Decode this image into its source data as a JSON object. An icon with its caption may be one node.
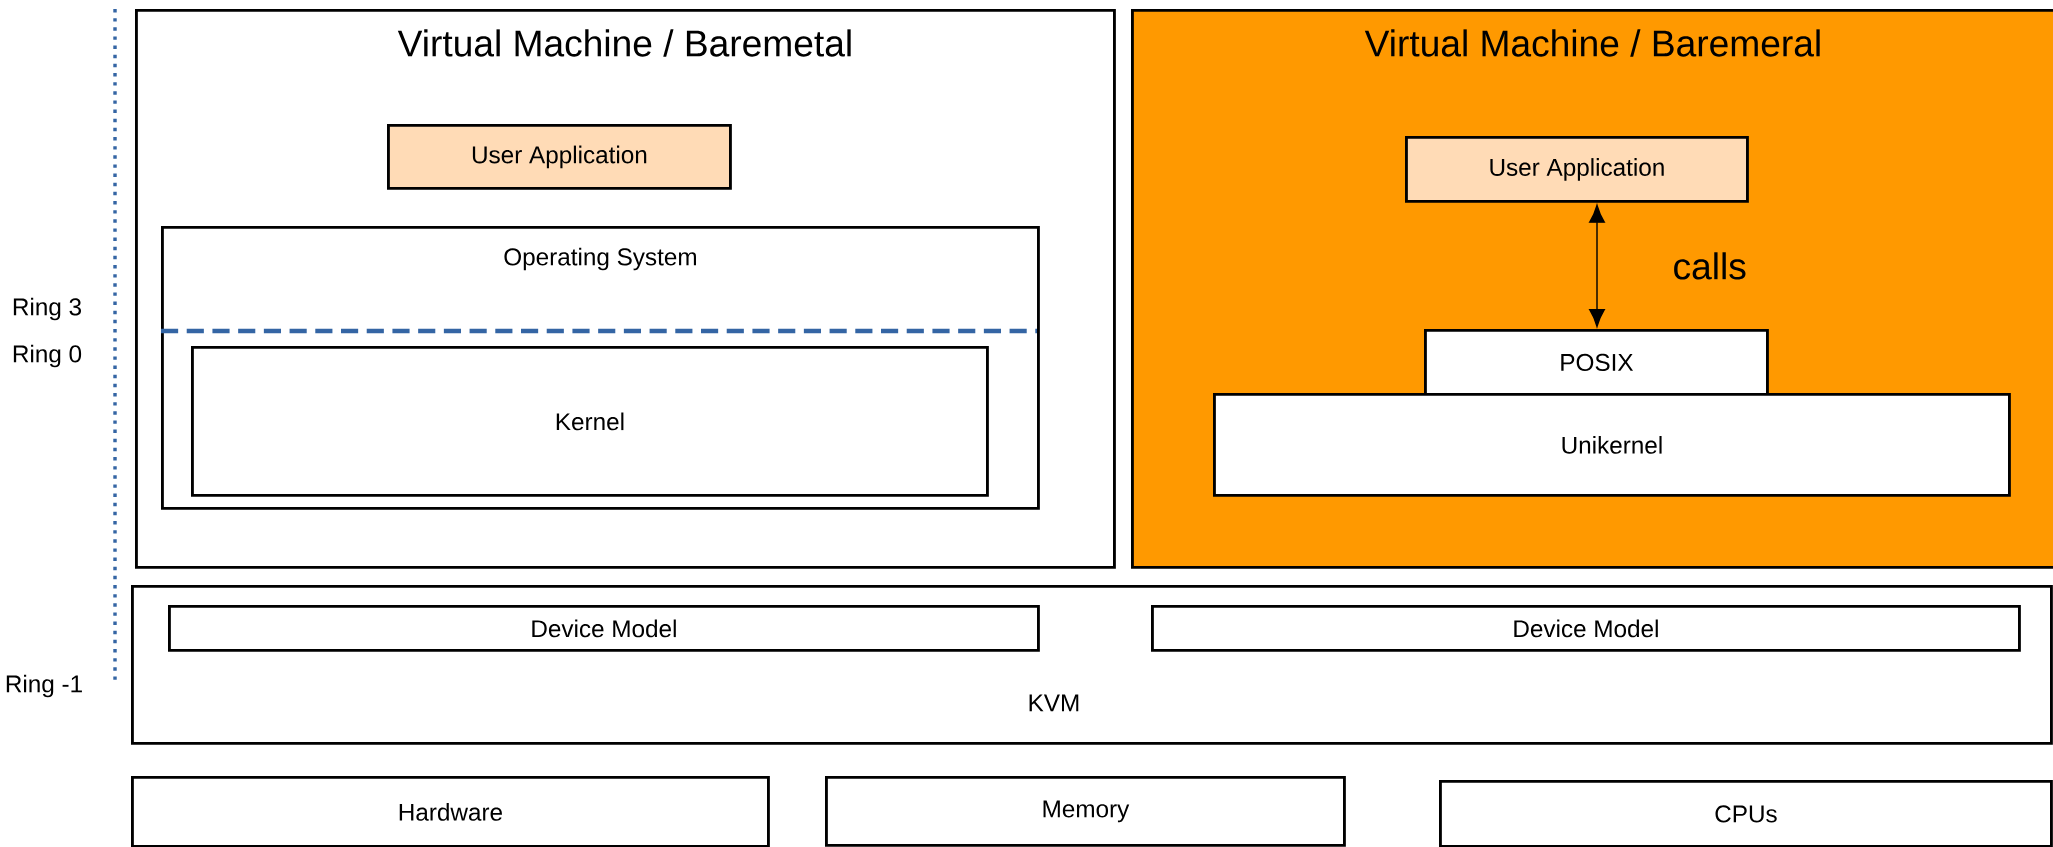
{
  "diagram": {
    "nodes": [
      {
        "text": [
          "Virtual Machine / Baremetal"
        ]
      },
      {
        "text": [
          "User Application"
        ],
        "in": 0
      },
      {
        "text": [
          "Operating System"
        ],
        "in": 0
      },
      {
        "text": [
          "Kernel"
        ],
        "in": 2
      },
      {
        "text": [
          "Virtual Machine / Baremeral"
        ]
      },
      {
        "text": [
          "User Application"
        ],
        "in": 4
      },
      {
        "text": [
          "POSIX"
        ],
        "in": 4
      },
      {
        "text": [
          "Unikernel"
        ],
        "in": 4
      },
      {
        "text": [
          "KVM"
        ]
      },
      {
        "text": [
          "Device Model"
        ],
        "in": 8
      },
      {
        "text": [
          "Device Model"
        ],
        "in": 8
      },
      {
        "text": [
          "Hardware"
        ]
      },
      {
        "text": [
          "Memory"
        ]
      },
      {
        "text": [
          "CPUs"
        ]
      }
    ],
    "edges": [
      {
        "from": 5,
        "to": 6,
        "arrow": "both",
        "label": "calls"
      }
    ],
    "labels": [
      "Ring 3",
      "Ring 0",
      "Ring -1"
    ]
  }
}
